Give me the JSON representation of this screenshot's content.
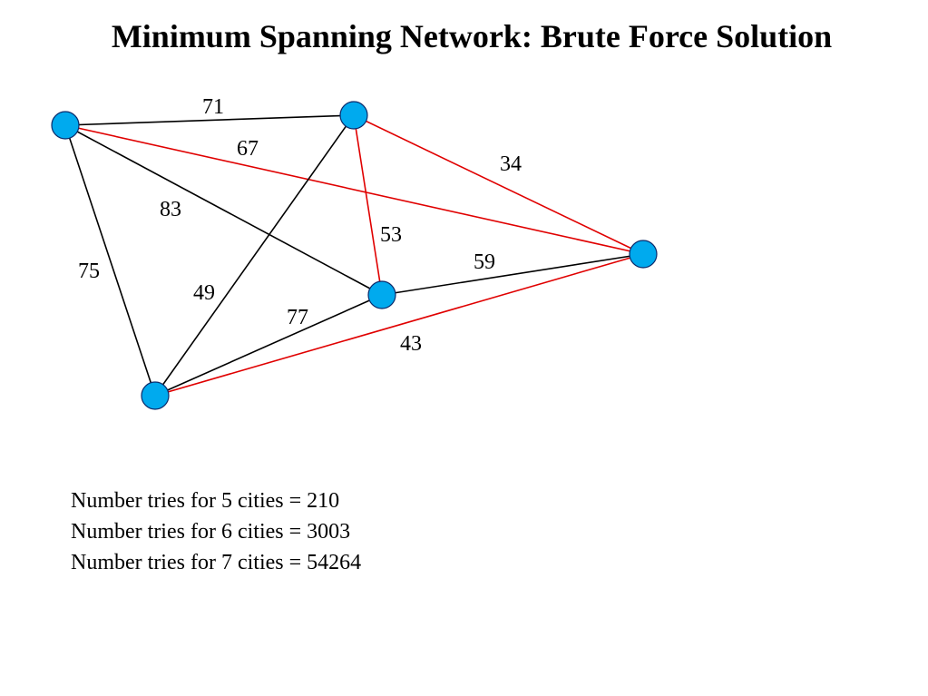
{
  "title": "Minimum Spanning Network: Brute Force Solution",
  "graph": {
    "node_color": "#00aaee",
    "node_outline": "#0a2a6a",
    "default_edge_color": "#000000",
    "highlight_edge_color": "#e00000",
    "nodes": [
      {
        "id": "a"
      },
      {
        "id": "b"
      },
      {
        "id": "c"
      },
      {
        "id": "d"
      },
      {
        "id": "e"
      }
    ],
    "edges": [
      {
        "from": "a",
        "to": "b",
        "weight": "71",
        "highlighted": false
      },
      {
        "from": "a",
        "to": "c",
        "weight": "67",
        "highlighted": true
      },
      {
        "from": "b",
        "to": "c",
        "weight": "34",
        "highlighted": true
      },
      {
        "from": "a",
        "to": "d",
        "weight": "83",
        "highlighted": false
      },
      {
        "from": "b",
        "to": "d",
        "weight": "53",
        "highlighted": true
      },
      {
        "from": "d",
        "to": "c",
        "weight": "59",
        "highlighted": false
      },
      {
        "from": "a",
        "to": "e",
        "weight": "75",
        "highlighted": false
      },
      {
        "from": "b",
        "to": "e",
        "weight": "49",
        "highlighted": false
      },
      {
        "from": "e",
        "to": "d",
        "weight": "77",
        "highlighted": false
      },
      {
        "from": "e",
        "to": "c",
        "weight": "43",
        "highlighted": true
      }
    ]
  },
  "notes": [
    "Number tries for 5 cities = 210",
    "Number tries for 6 cities = 3003",
    "Number tries for 7 cities = 54264"
  ]
}
